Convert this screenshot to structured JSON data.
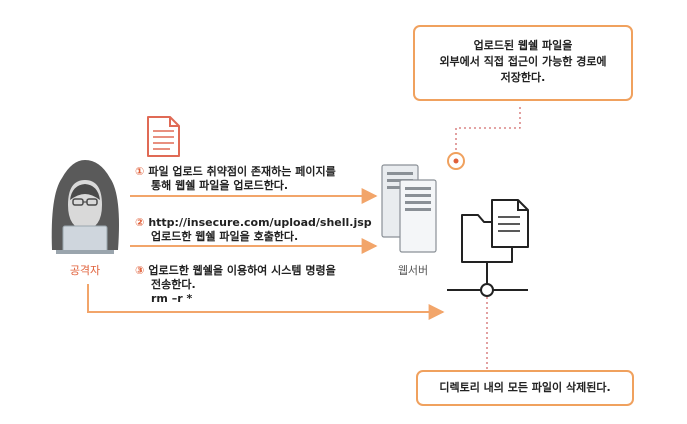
{
  "top_callout": {
    "line1": "업로드된 웹쉘 파일을",
    "line2": "외부에서 직접 접근이 가능한 경로에",
    "line3": "저장한다."
  },
  "steps": [
    {
      "num": "①",
      "line1": "파일 업로드 취약점이 존재하는 페이지를",
      "line2": "통해 웹쉘 파일을 업로드한다."
    },
    {
      "num": "②",
      "line1": "http://insecure.com/upload/shell.jsp",
      "line2": "업로드한 웹쉘 파일을 호출한다."
    },
    {
      "num": "③",
      "line1": "업로드한 웹쉘을 이용하여 시스템 명령을",
      "line2": "전송한다.",
      "line3": "rm –r *"
    }
  ],
  "attacker_label": "공격자",
  "server_label": "웹서버",
  "bottom_callout": "디렉토리 내의 모든 파일이 삭제된다.",
  "colors": {
    "accent": "#f0a15e",
    "arrow": "#f2a56a",
    "dotted": "#d26d6d",
    "step_num": "#e0603a"
  }
}
